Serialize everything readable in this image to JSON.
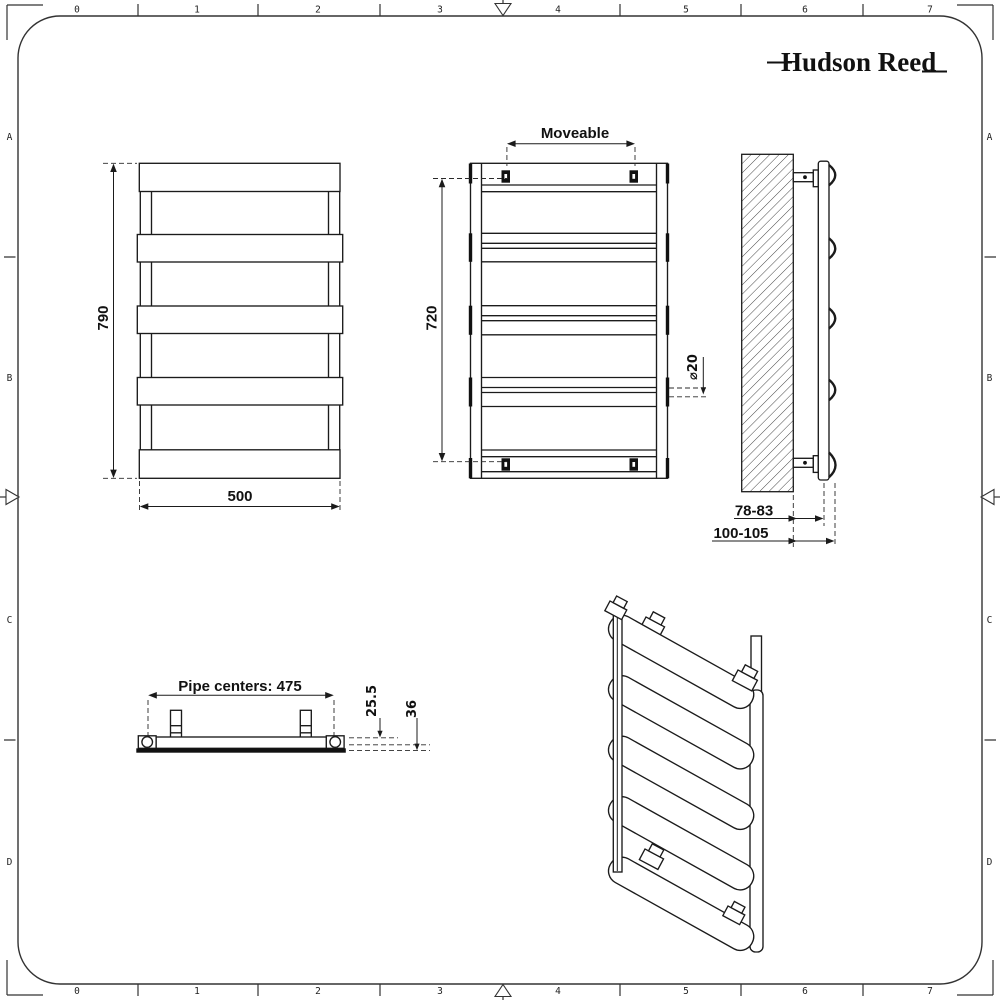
{
  "logo": {
    "text": "Hudson Reed"
  },
  "views": {
    "front": {
      "height_label": "790",
      "width_label": "500"
    },
    "rear": {
      "height_label": "720",
      "moveable_label": "Moveable",
      "diameter_label": "⌀20"
    },
    "side": {
      "wall_to_rail_label": "78-83",
      "wall_to_front_label": "100-105"
    },
    "plan": {
      "pipe_centers_label": "Pipe centers: 475",
      "bracket_depth_label": "25.5",
      "total_depth_label": "36"
    }
  },
  "border": {
    "numbers": [
      "0",
      "1",
      "2",
      "3",
      "4",
      "5",
      "6",
      "7"
    ],
    "letters": [
      "A",
      "B",
      "C",
      "D"
    ]
  }
}
